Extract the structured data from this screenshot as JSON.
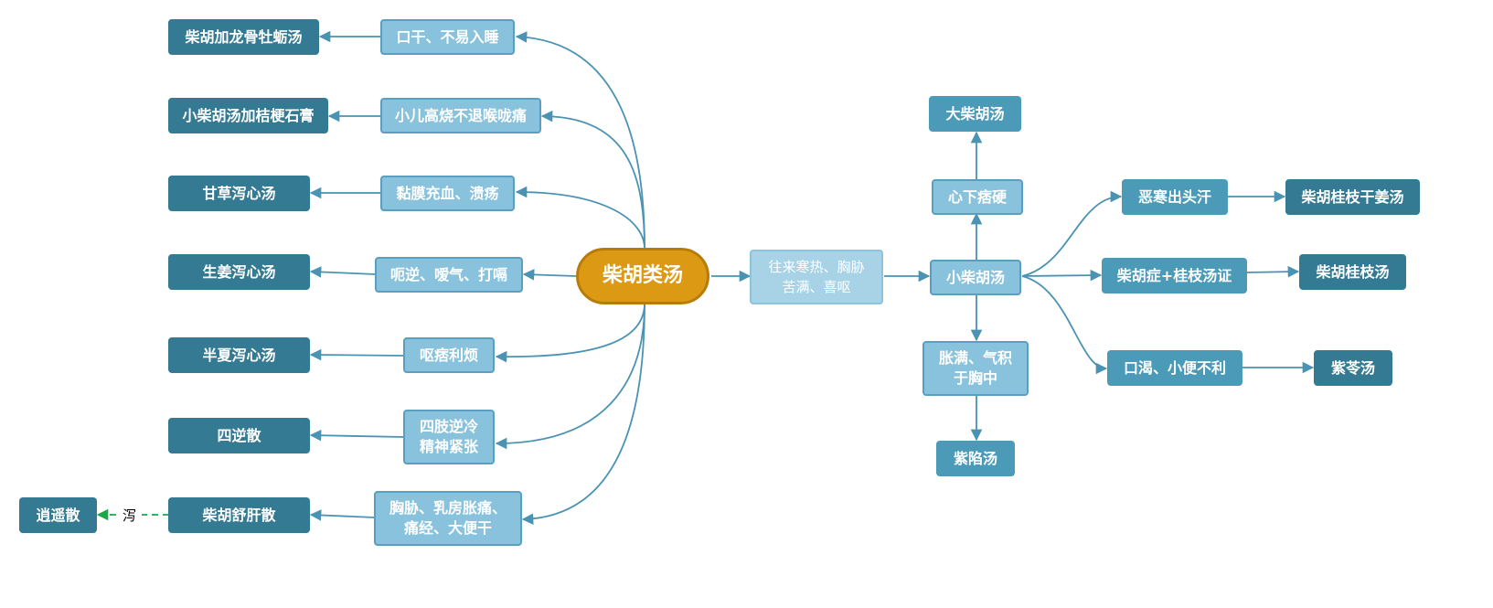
{
  "center": "柴胡类汤",
  "left_symptoms": [
    "口干、不易入睡",
    "小儿高烧不退喉咙痛",
    "黏膜充血、溃疡",
    "呃逆、嗳气、打嗝",
    "呕痞利烦",
    "四肢逆冷\n精神紧张",
    "胸胁、乳房胀痛、\n痛经、大便干"
  ],
  "left_formulas": [
    "柴胡加龙骨牡蛎汤",
    "小柴胡汤加桔梗石膏",
    "甘草泻心汤",
    "生姜泻心汤",
    "半夏泻心汤",
    "四逆散",
    "柴胡舒肝散"
  ],
  "xiaoyao": {
    "label": "逍遥散",
    "edge_text": "泻"
  },
  "right": {
    "main_symptom": "往来寒热、胸胁\n苦满、喜呕",
    "xiaochaihu": "小柴胡汤",
    "xinxia": "心下痞硬",
    "dachaihu": "大柴胡汤",
    "zhangman": "胀满、气积\n于胸中",
    "zixian": "紫陷汤",
    "branches": [
      {
        "symptom": "恶寒出头汗",
        "formula": "柴胡桂枝干姜汤"
      },
      {
        "symptom": "柴胡症+桂枝汤证",
        "formula": "柴胡桂枝汤"
      },
      {
        "symptom": "口渴、小便不利",
        "formula": "紫苓汤"
      }
    ]
  },
  "colors": {
    "edge": "#4a93b3",
    "dashed": "#1aa84a",
    "center": "#dc9a14"
  }
}
